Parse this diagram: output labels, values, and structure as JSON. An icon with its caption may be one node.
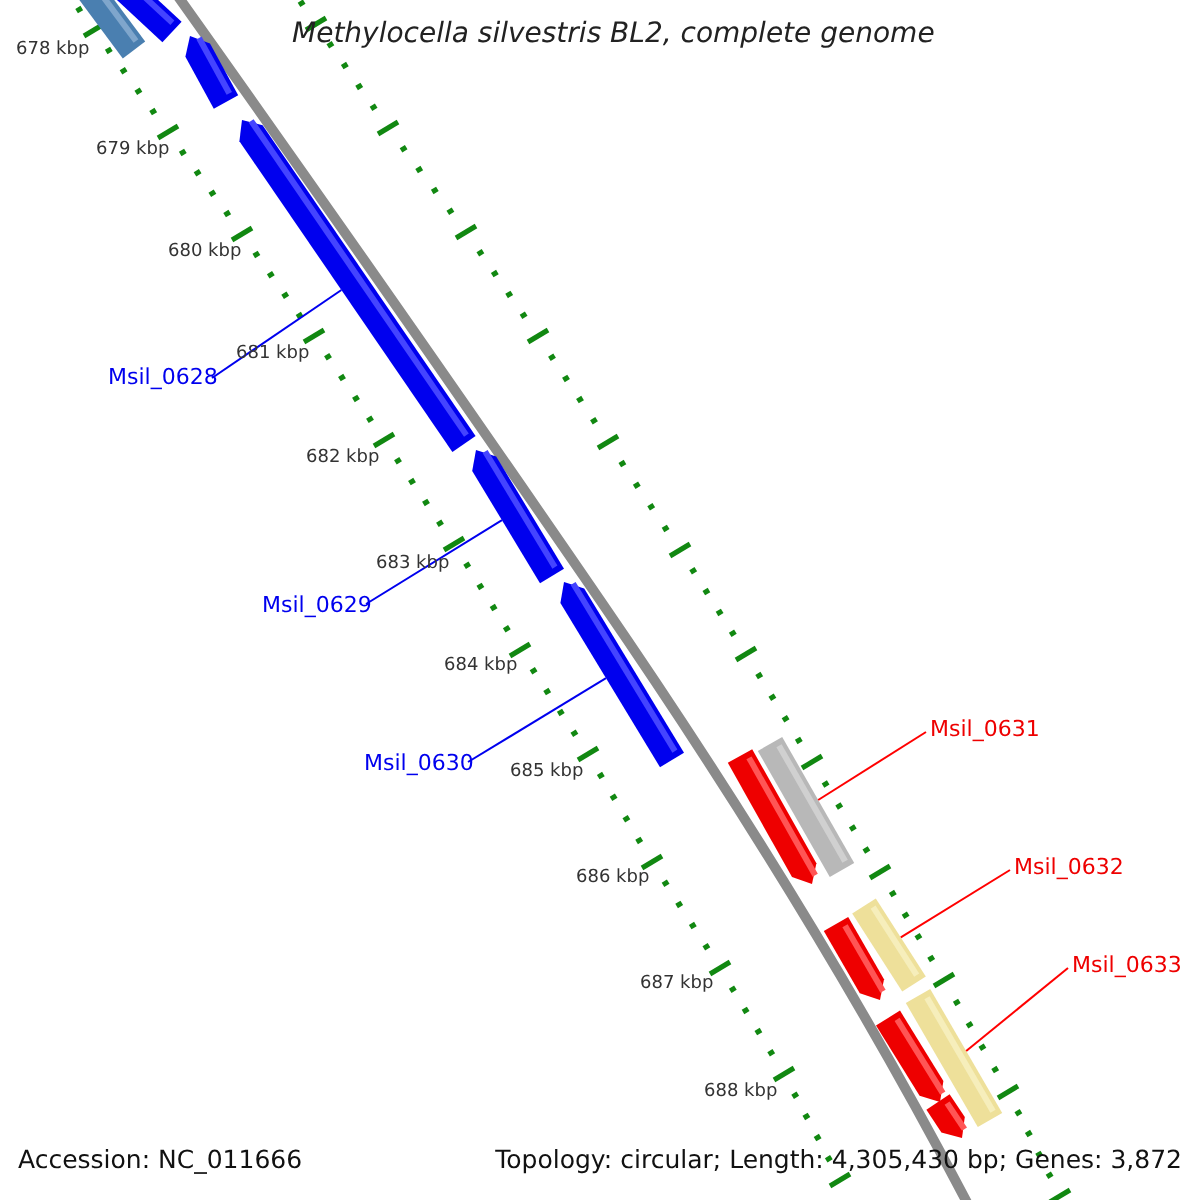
{
  "diagram": {
    "title": "Methylocella silvestris BL2, complete genome",
    "nodes": [
      {
        "text": [],
        "shape": "bar"
      },
      {
        "text": [],
        "shape": "bar"
      },
      {
        "text": [],
        "shape": "arrow"
      },
      {
        "text": [],
        "shape": "arrow"
      },
      {
        "text": [],
        "shape": "arrow"
      },
      {
        "text": [],
        "shape": "arrow"
      },
      {
        "text": [],
        "shape": "arrow"
      },
      {
        "text": [],
        "shape": "bar"
      },
      {
        "text": [],
        "shape": "arrow"
      },
      {
        "text": [],
        "shape": "bar"
      },
      {
        "text": [],
        "shape": "arrow"
      },
      {
        "text": [],
        "shape": "bar"
      },
      {
        "text": [],
        "shape": "arrow"
      },
      {
        "text": [
          "Msil_0628"
        ]
      },
      {
        "text": [
          "Msil_0629"
        ]
      },
      {
        "text": [
          "Msil_0630"
        ]
      },
      {
        "text": [
          "Msil_0631"
        ]
      },
      {
        "text": [
          "Msil_0632"
        ]
      },
      {
        "text": [
          "Msil_0633"
        ]
      }
    ],
    "edges": [
      {
        "from": 13,
        "to": 3,
        "arrow": "none"
      },
      {
        "from": 14,
        "to": 4,
        "arrow": "none"
      },
      {
        "from": 15,
        "to": 5,
        "arrow": "none"
      },
      {
        "from": 16,
        "to": 7,
        "arrow": "none",
        "color": "#ff0000"
      },
      {
        "from": 17,
        "to": 9,
        "arrow": "none",
        "color": "#ff0000"
      },
      {
        "from": 18,
        "to": 11,
        "arrow": "none",
        "color": "#ff0000"
      }
    ],
    "labels": [
      "678 kbp",
      "679 kbp",
      "680 kbp",
      "681 kbp",
      "682 kbp",
      "683 kbp",
      "684 kbp",
      "685 kbp",
      "686 kbp",
      "687 kbp",
      "688 kbp",
      "Accession: NC_011666",
      "Topology: circular; Length: 4,305,430 bp; Genes: 3,872"
    ]
  }
}
